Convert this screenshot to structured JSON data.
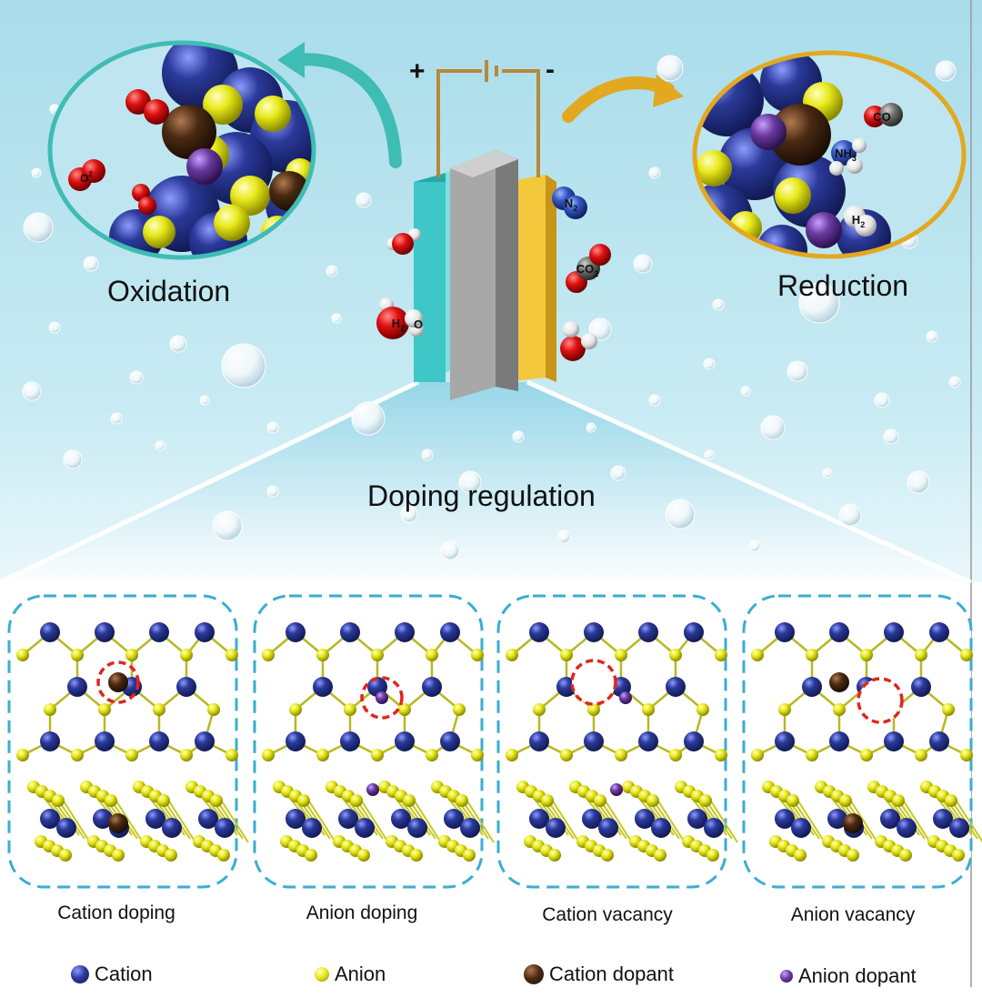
{
  "top": {
    "oxidation": "Oxidation",
    "reduction": "Reduction",
    "doping_regulation": "Doping regulation",
    "plus": "+",
    "minus": "-"
  },
  "molecules": {
    "o2": "O2",
    "h2o": "H2O",
    "n2": "N2",
    "co2": "CO2",
    "co": "CO",
    "nh3": "NH3",
    "h2": "H2"
  },
  "panels": [
    {
      "label": "Cation doping"
    },
    {
      "label": "Anion doping"
    },
    {
      "label": "Cation vacancy"
    },
    {
      "label": "Anion vacancy"
    }
  ],
  "legend": [
    {
      "label": "Cation",
      "color": "#2b3a9a"
    },
    {
      "label": "Anion",
      "color": "#e8e81a"
    },
    {
      "label": "Cation dopant",
      "color": "#4a2a12"
    },
    {
      "label": "Anion dopant",
      "color": "#6a3aa0"
    }
  ],
  "colors": {
    "teal_electrode": "#3fc7c7",
    "gray_electrode": "#a0a0a0",
    "gold_electrode": "#e8b830",
    "ring_teal": "#3fbcb4",
    "ring_gold": "#e2a820",
    "dash_frame": "#3aaed0",
    "dash_mark": "#e0261e"
  }
}
